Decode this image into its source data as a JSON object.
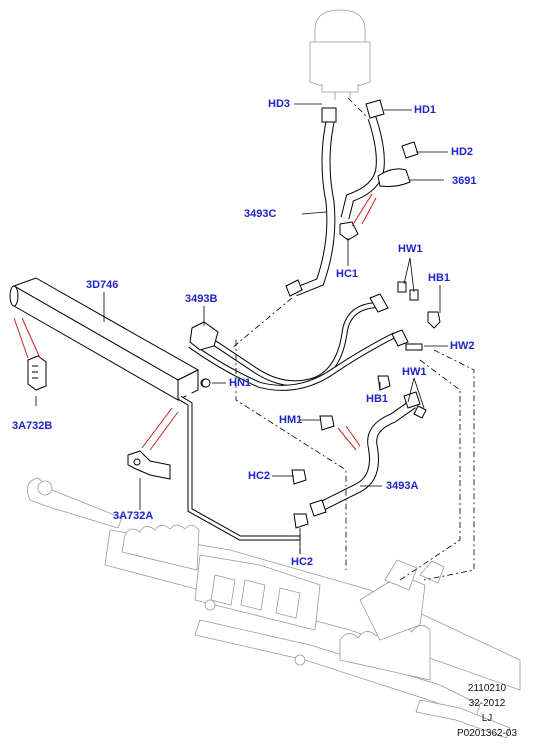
{
  "labels": {
    "hd3": "HD3",
    "hd1": "HD1",
    "hd2": "HD2",
    "p3691": "3691",
    "p3493c": "3493C",
    "hc1": "HC1",
    "hw1_top": "HW1",
    "hb1_top": "HB1",
    "p3d746": "3D746",
    "p3493b": "3493B",
    "hw2": "HW2",
    "hn1": "HN1",
    "hw1_mid": "HW1",
    "hb1_mid": "HB1",
    "p3a732b": "3A732B",
    "hm1": "HM1",
    "hc2_left": "HC2",
    "p3493a": "3493A",
    "p3a732a": "3A732A",
    "hc2_bottom": "HC2"
  },
  "reference": {
    "line1": "2110210",
    "line2": "32-2012",
    "line3": "LJ",
    "line4": "P0201362-03"
  },
  "colors": {
    "callout": "#1f24c8",
    "leader_red": "#d02020",
    "line": "#000000",
    "ghost": "#9a9a9a"
  }
}
